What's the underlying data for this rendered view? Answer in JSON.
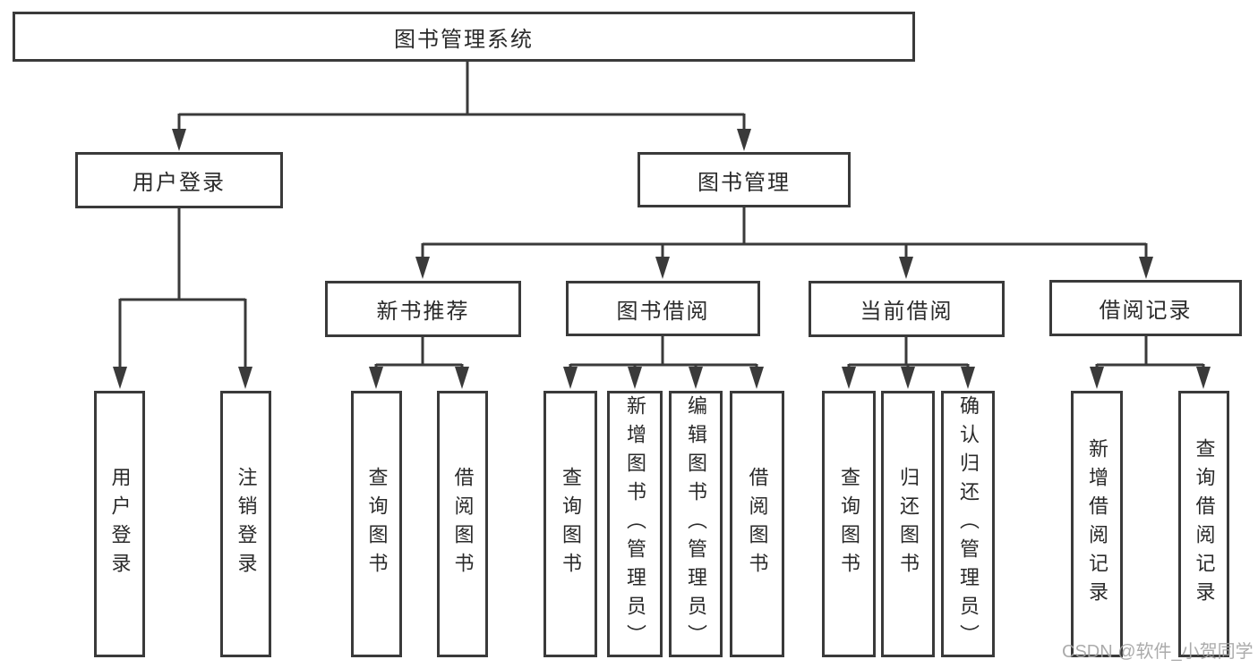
{
  "tree": {
    "label": "图书管理系统",
    "children": [
      {
        "label": "用户登录",
        "children": [
          {
            "label": "用户登录"
          },
          {
            "label": "注销登录"
          }
        ]
      },
      {
        "label": "图书管理",
        "children": [
          {
            "label": "新书推荐",
            "children": [
              {
                "label": "查询图书"
              },
              {
                "label": "借阅图书"
              }
            ]
          },
          {
            "label": "图书借阅",
            "children": [
              {
                "label": "查询图书"
              },
              {
                "label": "新增图书（管理员）"
              },
              {
                "label": "编辑图书（管理员）"
              },
              {
                "label": "借阅图书"
              }
            ]
          },
          {
            "label": "当前借阅",
            "children": [
              {
                "label": "查询图书"
              },
              {
                "label": "归还图书"
              },
              {
                "label": "确认归还（管理员）"
              }
            ]
          },
          {
            "label": "借阅记录",
            "children": [
              {
                "label": "新增借阅记录"
              },
              {
                "label": "查询借阅记录"
              }
            ]
          }
        ]
      }
    ]
  },
  "watermark": {
    "text": "CSDN @软件_小贺同学"
  },
  "colors": {
    "line": "#3a3a3a",
    "box_border": "#3a3a3a",
    "text": "#2a2a2a",
    "background": "#ffffff",
    "watermark": "#a3a3a3"
  }
}
